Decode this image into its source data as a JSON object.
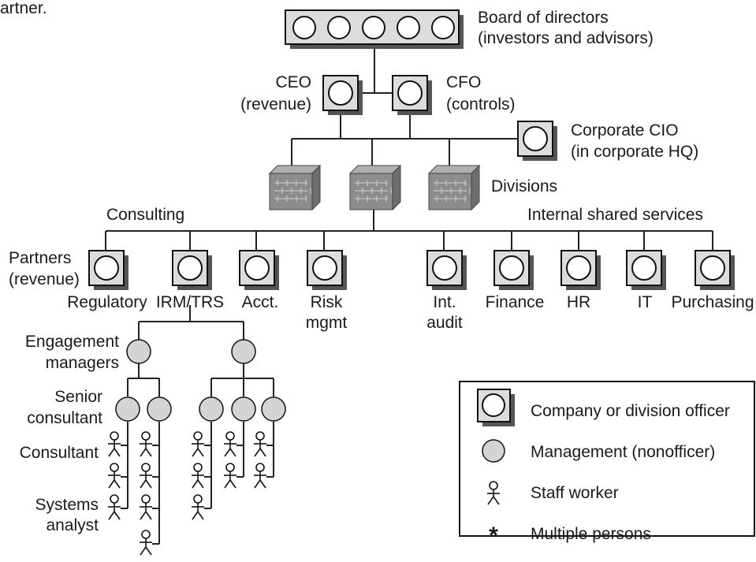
{
  "header_fragment": "artner.",
  "board": {
    "label_line1": "Board of directors",
    "label_line2": "(investors and advisors)"
  },
  "ceo": {
    "label_line1": "CEO",
    "label_line2": "(revenue)"
  },
  "cfo": {
    "label_line1": "CFO",
    "label_line2": "(controls)"
  },
  "cio": {
    "label_line1": "Corporate CIO",
    "label_line2": "(in corporate HQ)"
  },
  "divisions_label": "Divisions",
  "consulting_label": "Consulting",
  "shared_services_label": "Internal shared services",
  "partners": {
    "label_line1": "Partners",
    "label_line2": "(revenue)"
  },
  "consulting_units": [
    {
      "line1": "Regulatory",
      "line2": ""
    },
    {
      "line1": "IRM/TRS",
      "line2": ""
    },
    {
      "line1": "Acct.",
      "line2": ""
    },
    {
      "line1": "Risk",
      "line2": "mgmt"
    }
  ],
  "shared_units": [
    {
      "line1": "Int.",
      "line2": "audit"
    },
    {
      "line1": "Finance",
      "line2": ""
    },
    {
      "line1": "HR",
      "line2": ""
    },
    {
      "line1": "IT",
      "line2": ""
    },
    {
      "line1": "Purchasing",
      "line2": ""
    }
  ],
  "roles": {
    "engagement_line1": "Engagement",
    "engagement_line2": "managers",
    "senior_line1": "Senior",
    "senior_line2": "consultant",
    "consultant": "Consultant",
    "analyst_line1": "Systems",
    "analyst_line2": "analyst"
  },
  "legend": {
    "officer": "Company or division officer",
    "management": "Management (nonofficer)",
    "staff": "Staff worker",
    "multiple": "Multiple persons",
    "multiple_symbol": "*"
  },
  "colors": {
    "officer_fill": "#dcdcdc",
    "manager_fill": "#d4d4d4",
    "division_fill": "#8c8c8c",
    "line": "#222222"
  }
}
